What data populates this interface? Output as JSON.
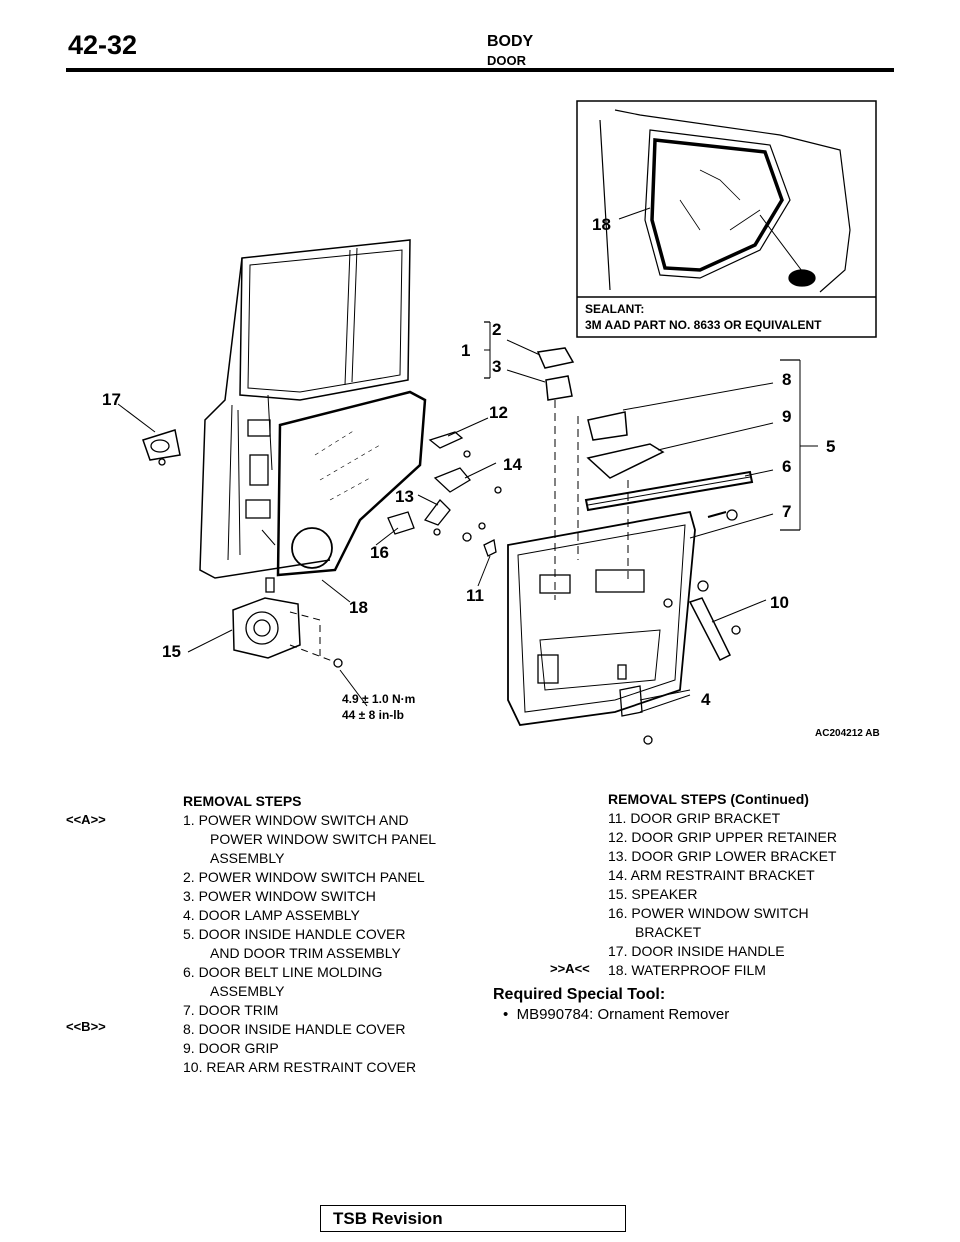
{
  "header": {
    "page_number": "42-32",
    "section": "BODY",
    "subsection": "DOOR"
  },
  "diagram": {
    "sealant_label": "SEALANT:",
    "sealant_spec": "3M AAD PART NO. 8633 OR EQUIVALENT",
    "torque_nm": "4.9 ± 1.0 N·m",
    "torque_inlb": "44 ± 8 in-lb",
    "figure_code": "AC204212 AB",
    "callouts": {
      "c1": "1",
      "c2": "2",
      "c3": "3",
      "c4": "4",
      "c5": "5",
      "c6": "6",
      "c7": "7",
      "c8": "8",
      "c9": "9",
      "c10": "10",
      "c11": "11",
      "c12": "12",
      "c13": "13",
      "c14": "14",
      "c15": "15",
      "c16": "16",
      "c17": "17",
      "c18a": "18",
      "c18b": "18"
    }
  },
  "removal_steps": {
    "title": "REMOVAL STEPS",
    "markers": {
      "a": "<<A>>",
      "b": "<<B>>"
    },
    "lines": [
      "1.  POWER WINDOW SWITCH AND",
      "POWER WINDOW SWITCH PANEL",
      "ASSEMBLY",
      "2.  POWER WINDOW SWITCH PANEL",
      "3.  POWER WINDOW SWITCH",
      "4.  DOOR LAMP ASSEMBLY",
      "5.  DOOR INSIDE HANDLE COVER",
      "AND DOOR TRIM ASSEMBLY",
      "6.  DOOR BELT LINE MOLDING",
      "ASSEMBLY",
      "7.  DOOR TRIM",
      "8.  DOOR INSIDE HANDLE COVER",
      "9.  DOOR GRIP",
      "10. REAR ARM RESTRAINT COVER"
    ]
  },
  "removal_steps_continued": {
    "title": "REMOVAL STEPS (Continued)",
    "marker": ">>A<<",
    "lines": [
      "11. DOOR GRIP BRACKET",
      "12. DOOR GRIP UPPER RETAINER",
      "13. DOOR GRIP LOWER BRACKET",
      "14. ARM RESTRAINT BRACKET",
      "15. SPEAKER",
      "16. POWER WINDOW SWITCH",
      "BRACKET",
      "17. DOOR INSIDE HANDLE",
      "18. WATERPROOF FILM"
    ]
  },
  "special_tool": {
    "heading": "Required Special Tool:",
    "item": "MB990784: Ornament Remover"
  },
  "footer": {
    "revision": "TSB Revision"
  }
}
